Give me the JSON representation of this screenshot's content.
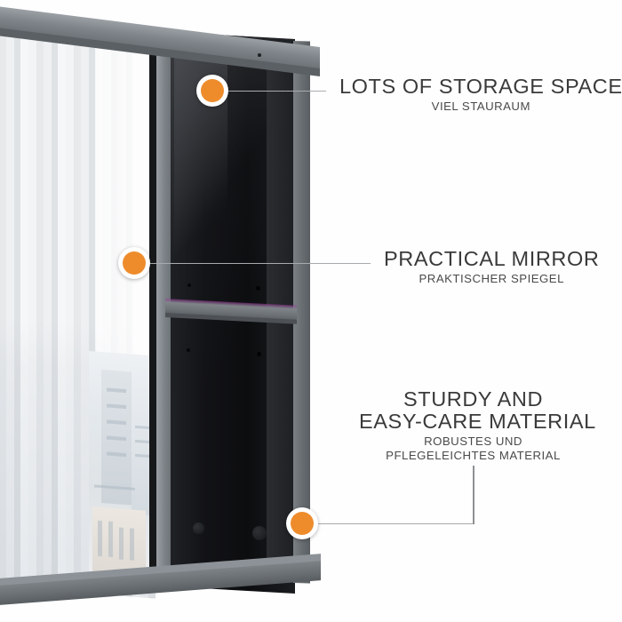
{
  "product": {
    "alt": "wall mirror cabinet with open storage compartments",
    "colors": {
      "frame_gray": "#7d8287",
      "cavity_dark": "#101114",
      "mirror_light": "#f1f3f4",
      "accent_orange": "#ee8c2c",
      "text_dark": "#3a3a3a",
      "connector_gray": "#a8abae",
      "background": "#ffffff"
    }
  },
  "callouts": [
    {
      "id": "storage",
      "title": "LOTS OF STORAGE SPACE",
      "subtitle": "VIEL STAURAUM"
    },
    {
      "id": "mirror",
      "title": "PRACTICAL MIRROR",
      "subtitle": "PRAKTISCHER SPIEGEL"
    },
    {
      "id": "material",
      "title_line1": "STURDY AND",
      "title_line2": "EASY-CARE MATERIAL",
      "subtitle_line1": "ROBUSTES UND",
      "subtitle_line2": "PFLEGELEICHTES MATERIAL"
    }
  ]
}
